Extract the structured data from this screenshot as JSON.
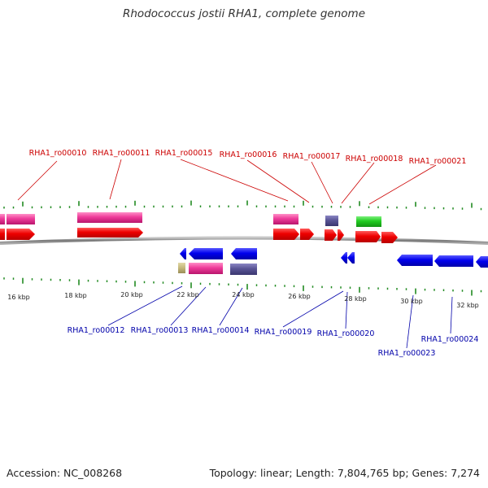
{
  "header": {
    "title": "Rhodococcus jostii RHA1, complete genome"
  },
  "footer": {
    "accession": "Accession: NC_008268",
    "summary": "Topology: linear; Length: 7,804,765 bp; Genes: 7,274"
  },
  "colors": {
    "forward_label": "#cc0000",
    "reverse_label": "#0000aa",
    "tick": "#228b22",
    "backbone": "#808080"
  },
  "axis": {
    "tick_labels": [
      "16 kbp",
      "18 kbp",
      "20 kbp",
      "22 kbp",
      "24 kbp",
      "26 kbp",
      "28 kbp",
      "30 kbp",
      "32 kbp"
    ]
  },
  "labels": {
    "forward": [
      "RHA1_ro00010",
      "RHA1_ro00011",
      "RHA1_ro00015",
      "RHA1_ro00016",
      "RHA1_ro00017",
      "RHA1_ro00018",
      "RHA1_ro00021"
    ],
    "reverse": [
      "RHA1_ro00012",
      "RHA1_ro00013",
      "RHA1_ro00014",
      "RHA1_ro00019",
      "RHA1_ro00020",
      "RHA1_ro00023",
      "RHA1_ro00024"
    ]
  }
}
